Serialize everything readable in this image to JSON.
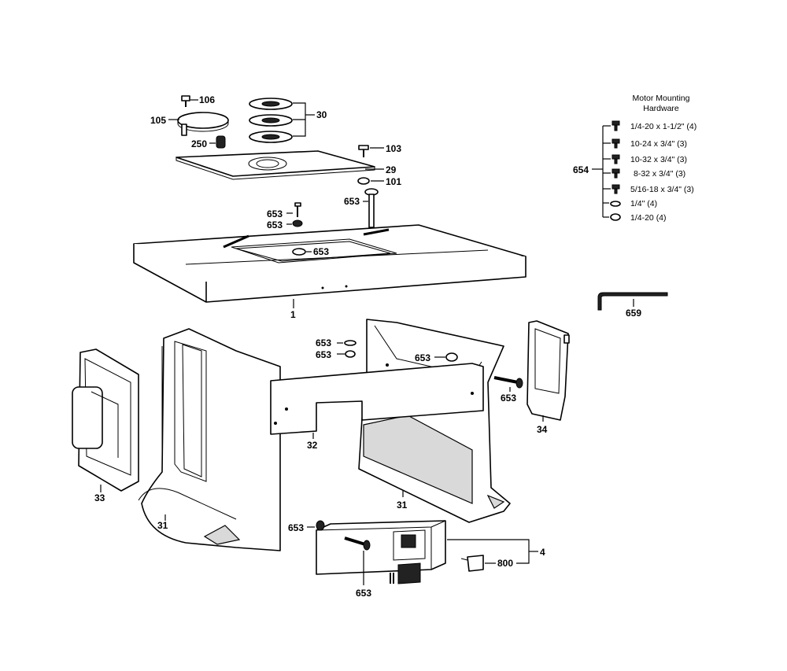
{
  "hardware_box": {
    "title_line1": "Motor Mounting",
    "title_line2": "Hardware",
    "group_label": "654",
    "items": [
      "1/4-20 x 1-1/2\" (4)",
      "10-24 x 3/4\" (3)",
      "10-32 x 3/4\" (3)",
      "8-32 x 3/4\" (3)",
      "5/16-18 x 3/4\" (3)",
      "1/4\" (4)",
      "1/4-20 (4)"
    ]
  },
  "callouts": {
    "c106": "106",
    "c105": "105",
    "c250": "250",
    "c30": "30",
    "c103": "103",
    "c29": "29",
    "c101": "101",
    "c653_a": "653",
    "c653_b": "653",
    "c653_c": "653",
    "c653_d": "653",
    "c1": "1",
    "c659": "659",
    "c653_e": "653",
    "c653_f": "653",
    "c653_g": "653",
    "c653_h": "653",
    "c34": "34",
    "c32": "32",
    "c33": "33",
    "c31_left": "31",
    "c31_right": "31",
    "c653_i": "653",
    "c653_j": "653",
    "c800": "800",
    "c4": "4"
  }
}
